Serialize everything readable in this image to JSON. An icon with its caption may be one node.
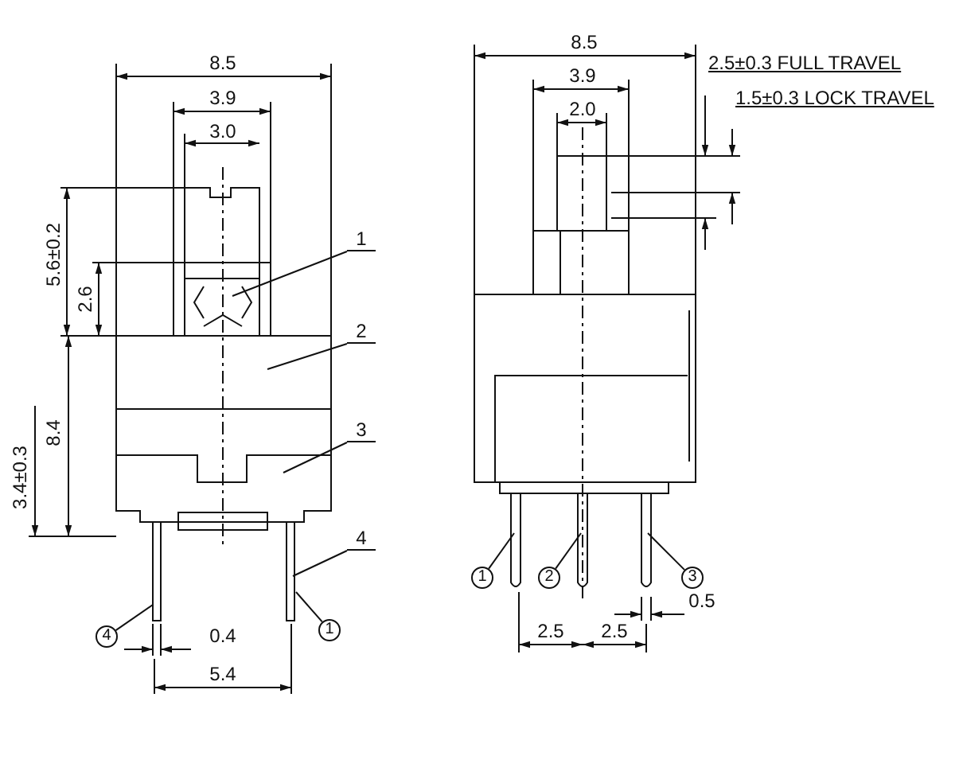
{
  "diagram": {
    "nodes": [
      {
        "text": [
          "1"
        ]
      },
      {
        "text": [
          "2"
        ]
      },
      {
        "text": [
          "3"
        ]
      },
      {
        "text": [
          "4"
        ]
      },
      {
        "text": [
          "4"
        ]
      },
      {
        "text": [
          "1"
        ]
      },
      {
        "text": [
          "1"
        ]
      },
      {
        "text": [
          "2"
        ]
      },
      {
        "text": [
          "3"
        ]
      }
    ],
    "edges": [
      {
        "from": 0,
        "to": null,
        "arrow": "none"
      },
      {
        "from": 1,
        "to": null,
        "arrow": "none"
      },
      {
        "from": 2,
        "to": null,
        "arrow": "none"
      },
      {
        "from": 3,
        "to": null,
        "arrow": "none"
      },
      {
        "from": 4,
        "to": null,
        "arrow": "none"
      },
      {
        "from": 5,
        "to": null,
        "arrow": "none"
      },
      {
        "from": 6,
        "to": null,
        "arrow": "none"
      },
      {
        "from": 7,
        "to": null,
        "arrow": "none"
      },
      {
        "from": 8,
        "to": null,
        "arrow": "none"
      }
    ],
    "labels": [
      "8.5",
      "3.9",
      "3.0",
      "5.6±0.2",
      "2.6",
      "3.4±0.3",
      "8.4",
      "0.4",
      "5.4",
      "8.5",
      "3.9",
      "2.0",
      "2.5±0.3 FULL TRAVEL",
      "1.5±0.3 LOCK TRAVEL",
      "0.5",
      "2.5",
      "2.5"
    ]
  }
}
